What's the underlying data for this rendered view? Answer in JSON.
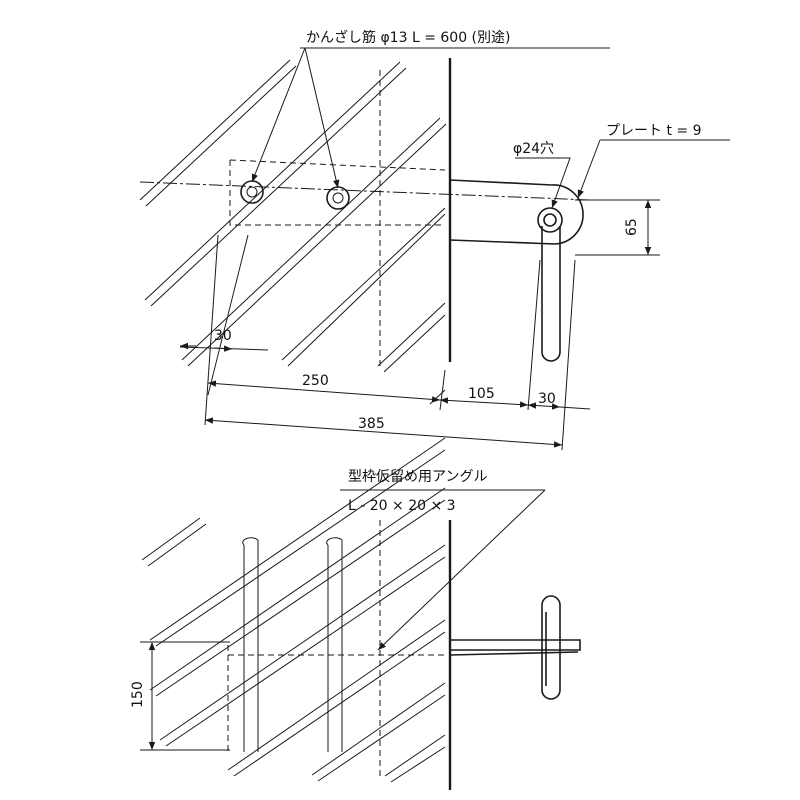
{
  "labels": {
    "rebar": "かんざし筋 φ13  L = 600 (別途)",
    "hole": "φ24穴",
    "plate": "プレート t = 9",
    "angle_line1": "型枠仮留め用アングル",
    "angle_line2": "L - 20 × 20 × 3"
  },
  "dimensions": {
    "d30_left": "30",
    "d250": "250",
    "d105": "105",
    "d30_right": "30",
    "d385": "385",
    "d65": "65",
    "d150": "150"
  }
}
